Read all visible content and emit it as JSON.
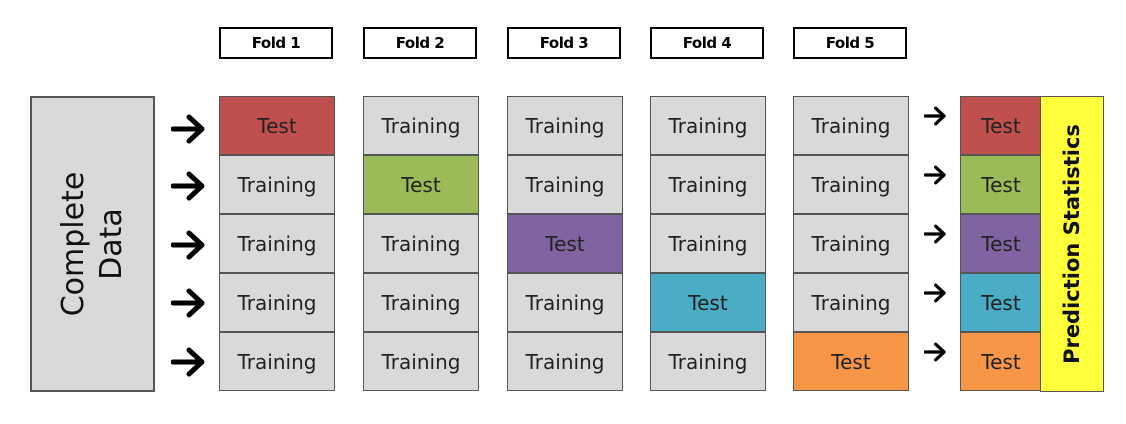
{
  "folds": [
    {
      "label": "Fold 1",
      "test_index": 0
    },
    {
      "label": "Fold 2",
      "test_index": 1
    },
    {
      "label": "Fold 3",
      "test_index": 2
    },
    {
      "label": "Fold 4",
      "test_index": 3
    },
    {
      "label": "Fold 5",
      "test_index": 4
    }
  ],
  "complete_data": {
    "line1": "Complete",
    "line2": "Data"
  },
  "cell_labels": {
    "test": "Test",
    "training": "Training"
  },
  "results": [
    "Test",
    "Test",
    "Test",
    "Test",
    "Test"
  ],
  "prediction_label": "Prediction Statistics",
  "colors": {
    "training": "#d9d9d9",
    "tests": [
      "#c0504d",
      "#9bbb59",
      "#8064a2",
      "#4bacc6",
      "#f79646"
    ],
    "prediction": "#ffff3c"
  },
  "arrow_icon": "right-arrow-icon"
}
